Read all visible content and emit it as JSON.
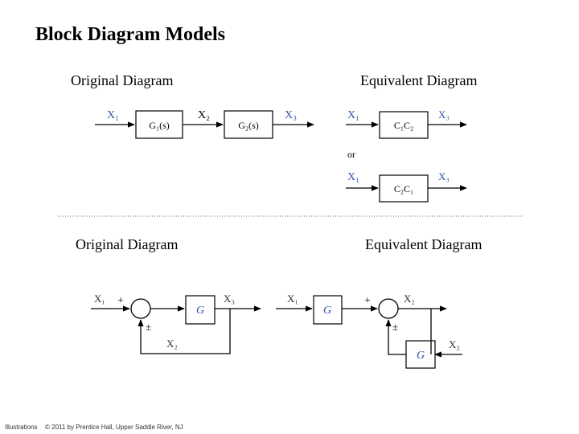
{
  "slide": {
    "title": "Block Diagram Models",
    "top_left_heading": "Original Diagram",
    "top_right_heading": "Equivalent Diagram",
    "bottom_left_heading": "Original Diagram",
    "bottom_right_heading": "Equivalent Diagram"
  },
  "series_original": {
    "in_label": "X₁",
    "block1": "G₁(s)",
    "mid_label": "X₂",
    "block2": "G₂(s)",
    "out_label": "X₃"
  },
  "series_equivalent": {
    "in_label_1": "X₁",
    "block_1": "C₁C₂",
    "out_label_1": "X₃",
    "or_text": "or",
    "in_label_2": "X₁",
    "block_2": "C₂C₁",
    "out_label_2": "X₃"
  },
  "feedback_original": {
    "in_label": "X₁",
    "plus_sign": "+",
    "pm_sign": "±",
    "block": "G",
    "out_label": "X₃",
    "fb_label": "X₂"
  },
  "feedback_equivalent": {
    "in_label": "X₁",
    "block": "G",
    "plus_sign": "+",
    "out_label": "X₂",
    "pm_sign": "±",
    "fb_block": "G",
    "fb_label": "X₂"
  },
  "footer": {
    "left": "Illustrations",
    "copyright": "© 2011 by Prentice Hall, Upper Saddle River, NJ"
  },
  "colors": {
    "blue_label": "#3355aa",
    "line": "#000000",
    "divider": "#666666"
  }
}
